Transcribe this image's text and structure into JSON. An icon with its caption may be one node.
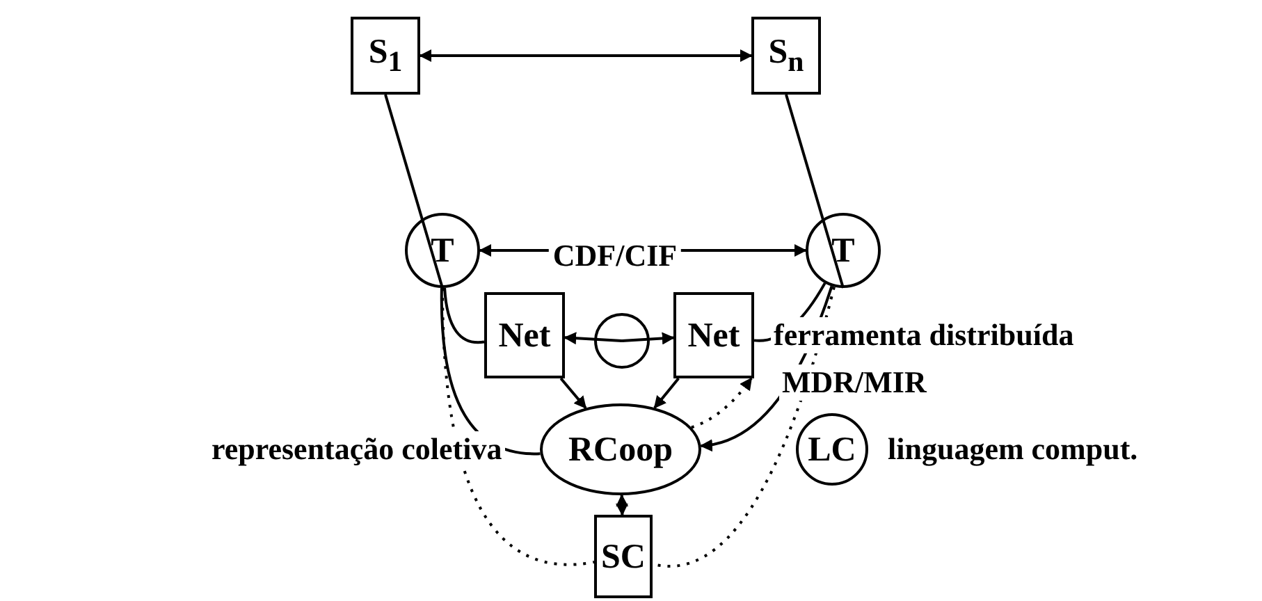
{
  "diagram": {
    "nodes": [
      {
        "text": [
          "S$_{1}$"
        ]
      },
      {
        "text": [
          "S$_{n}$"
        ]
      },
      {
        "text": [
          "T"
        ]
      },
      {
        "text": [
          "T"
        ]
      },
      {
        "text": [
          "Net"
        ]
      },
      {
        "text": [],
        "shape": "circle"
      },
      {
        "text": [
          "Net"
        ],
        "beside": [
          "ferramenta distribuída"
        ]
      },
      {
        "text": [
          "RCoop"
        ],
        "beside": [
          "representação coletiva"
        ]
      },
      {
        "text": [
          "LC"
        ],
        "beside": [
          "linguagem comput."
        ]
      },
      {
        "text": [
          "SC"
        ]
      }
    ],
    "edges": [
      {
        "from": 0,
        "to": 1,
        "arrow": "both"
      },
      {
        "from": 0,
        "to": 2,
        "arrow": "none"
      },
      {
        "from": 1,
        "to": 3,
        "arrow": "none"
      },
      {
        "from": 2,
        "to": 3,
        "arrow": "both",
        "label": "CDF/CIF"
      },
      {
        "from": 2,
        "to": 4,
        "arrow": "none"
      },
      {
        "from": 2,
        "to": 7,
        "arrow": "none"
      },
      {
        "from": 2,
        "to": 9,
        "arrow": "none",
        "style": "dashed"
      },
      {
        "from": 3,
        "to": 6,
        "arrow": "none"
      },
      {
        "from": 3,
        "to": 7,
        "arrow": "to"
      },
      {
        "from": 3,
        "to": 9,
        "arrow": "none",
        "style": "dashed"
      },
      {
        "from": 5,
        "to": 4,
        "arrow": "to"
      },
      {
        "from": 5,
        "to": 6,
        "arrow": "to"
      },
      {
        "from": 4,
        "to": 7,
        "arrow": "to"
      },
      {
        "from": 6,
        "to": 7,
        "arrow": "to"
      },
      {
        "from": 7,
        "to": 6,
        "arrow": "to",
        "style": "dashed"
      },
      {
        "from": 7,
        "to": 9,
        "arrow": "both"
      }
    ],
    "labels": [
      "MDR/MIR"
    ]
  }
}
